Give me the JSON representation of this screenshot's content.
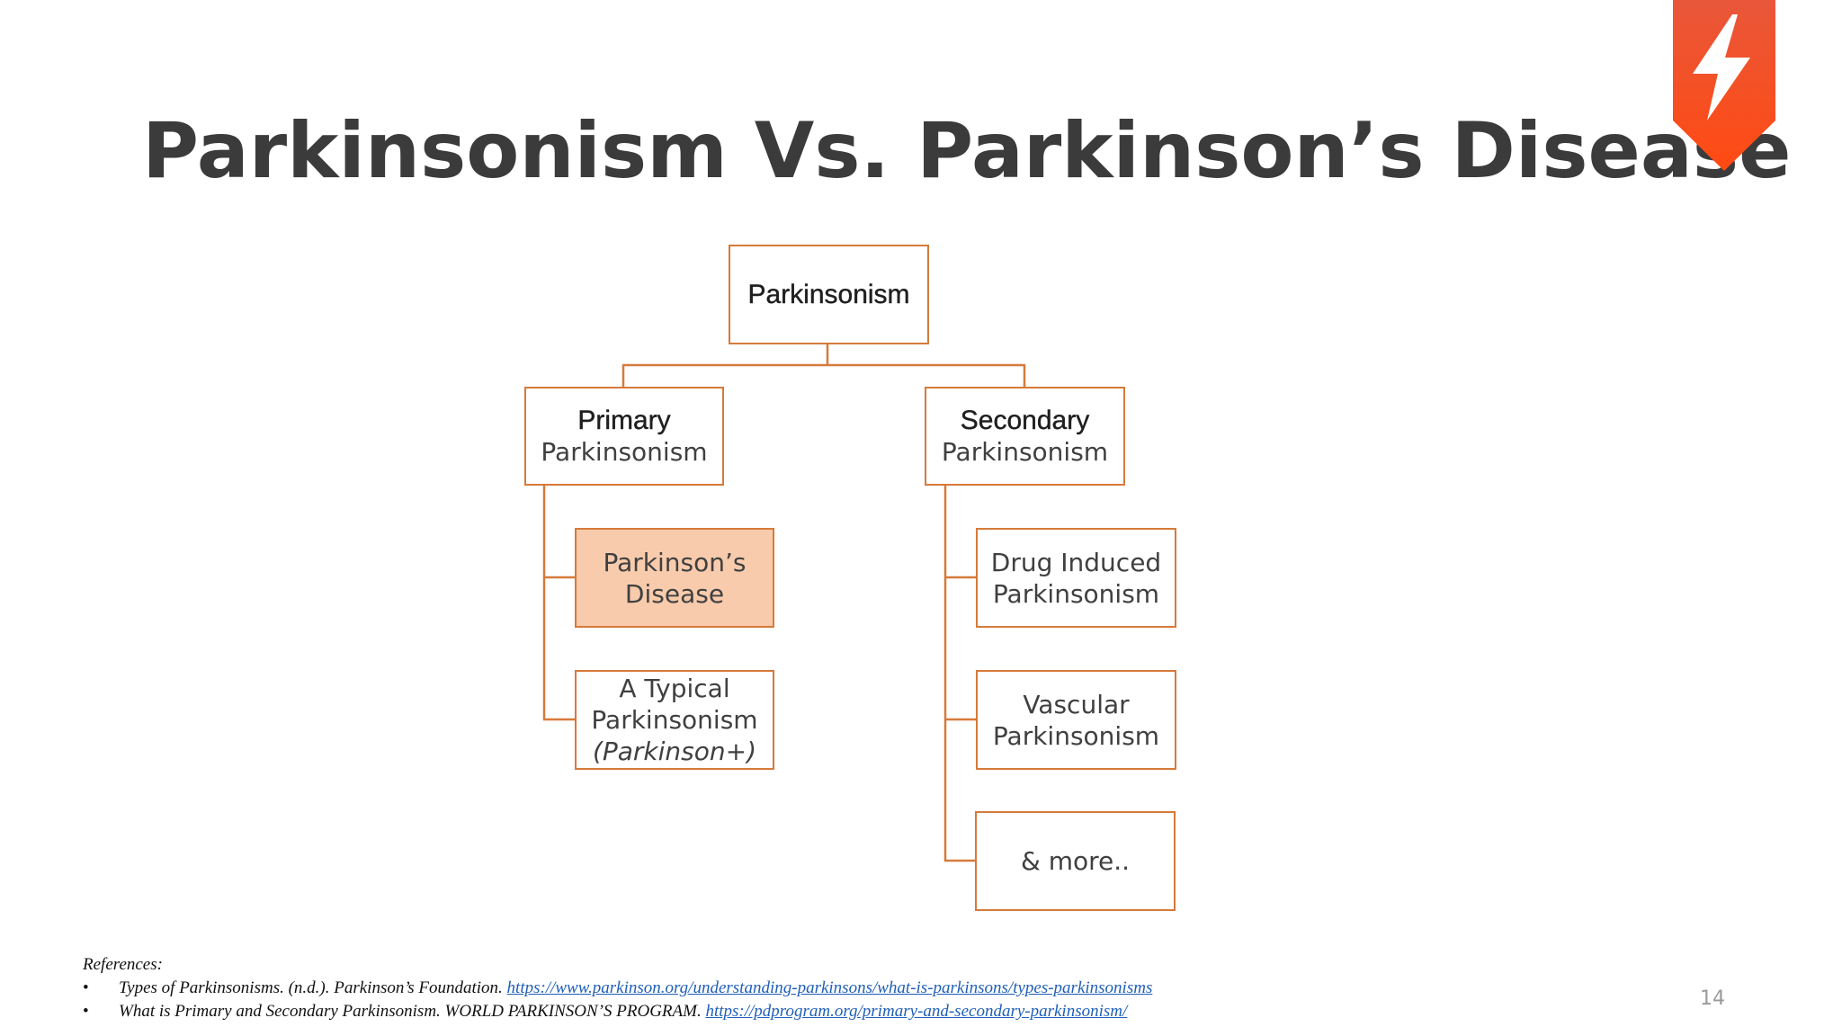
{
  "slide": {
    "title": "Parkinsonism Vs. Parkinson’s Disease",
    "page_number": "14",
    "brand_color": "#f25a29",
    "accent_color": "#d67a3a",
    "highlight_color": "#f8cbad"
  },
  "logo": {
    "icon": "lightning-bolt-icon"
  },
  "diagram": {
    "root": {
      "label": "Parkinsonism"
    },
    "primary": {
      "label_bold": "Primary",
      "label": "Parkinsonism",
      "children": [
        {
          "line1": "Parkinson’s",
          "line2": "Disease"
        },
        {
          "line1": "A Typical",
          "line2": "Parkinsonism",
          "line3": "(Parkinson+)"
        }
      ]
    },
    "secondary": {
      "label_bold": "Secondary",
      "label": "Parkinsonism",
      "children": [
        {
          "line1": "Drug Induced",
          "line2": "Parkinsonism"
        },
        {
          "line1": "Vascular",
          "line2": "Parkinsonism"
        },
        {
          "line1": "& more.."
        }
      ]
    }
  },
  "references": {
    "heading": "References:",
    "items": [
      {
        "bullet": "•",
        "text": "Types of Parkinsonisms. (n.d.). Parkinson’s Foundation. ",
        "link": "https://www.parkinson.org/understanding-parkinsons/what-is-parkinsons/types-parkinsonisms"
      },
      {
        "bullet": "•",
        "text": "What is Primary and Secondary Parkinsonism. WORLD PARKINSON’S PROGRAM. ",
        "link": "https://pdprogram.org/primary-and-secondary-parkinsonism/"
      }
    ]
  }
}
